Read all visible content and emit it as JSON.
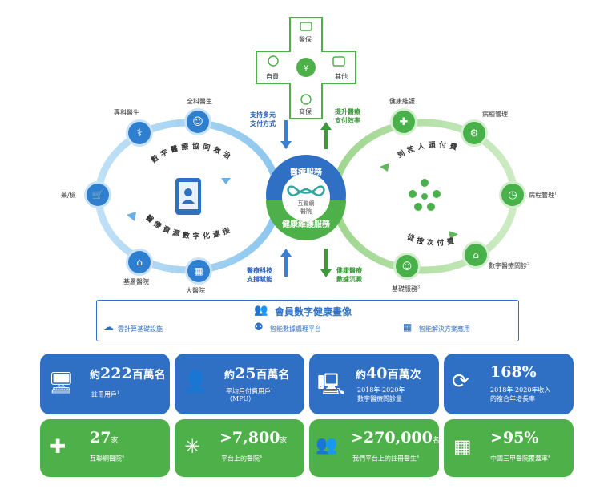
{
  "cross": {
    "top": "醫保",
    "left": "自費",
    "right": "其他",
    "bottom": "商保"
  },
  "arrows": {
    "support_multi": "支持多元",
    "support_pay": "支付方式",
    "improve_pay": "提升醫療",
    "improve_eff": "支付效率",
    "med_tech": "醫療科技",
    "med_tech2": "支撐賦能",
    "health_data": "健康醫療",
    "health_data2": "數據沉澱"
  },
  "left_ring": {
    "nodes": [
      "專科醫生",
      "全科醫生",
      "藥/檢",
      "基層醫院",
      "大醫院"
    ],
    "arc_top": "數字醫療協同救治",
    "arc_bottom": "醫療資源數字化連接"
  },
  "right_ring": {
    "nodes": [
      "健康維護",
      "病種管理",
      "病程管理",
      "數字醫療問診",
      "基礎服務"
    ],
    "superscripts": {
      "disease_course": "1",
      "digital_consult": "2",
      "basic_service": "3"
    },
    "arc_top": "到按人頭付費",
    "arc_bottom": "從按次付費"
  },
  "center": {
    "top": "醫療服務",
    "middle_line1": "互聯網",
    "middle_line2": "醫院",
    "bottom": "健康維護服務"
  },
  "member_box": {
    "title": "會員數字健康畫像",
    "items": [
      "雲計算基礎設施",
      "智能數據處理平台",
      "智能解決方案應用"
    ]
  },
  "stats_row1": [
    {
      "prefix": "約",
      "value": "222",
      "unit": "百萬名",
      "label": "註冊用戶",
      "sup": "1"
    },
    {
      "prefix": "約",
      "value": "25",
      "unit": "百萬名",
      "label1": "平均月付費用戶",
      "label2": "（MPU）",
      "sup": "1"
    },
    {
      "prefix": "約",
      "value": "40",
      "unit": "百萬次",
      "label1": "2018年-2020年",
      "label2": "數字醫療問診量"
    },
    {
      "value": "168%",
      "label1": "2018年-2020年收入",
      "label2": "的複合年增長率"
    }
  ],
  "stats_row2": [
    {
      "value": "27",
      "unit": "家",
      "label": "互聯網醫院",
      "sup": "4"
    },
    {
      "value": ">7,800",
      "unit": "家",
      "label": "平台上的醫院",
      "sup": "4"
    },
    {
      "value": ">270,000",
      "unit": "名",
      "label": "我們平台上的註冊醫生",
      "sup": "4"
    },
    {
      "value": ">95%",
      "label": "中國三甲醫院覆蓋率",
      "sup": "4"
    }
  ],
  "colors": {
    "blue": "#2f6fc4",
    "green": "#4db048",
    "light_blue": "#c9e2f7",
    "light_green": "#d4edcf"
  }
}
